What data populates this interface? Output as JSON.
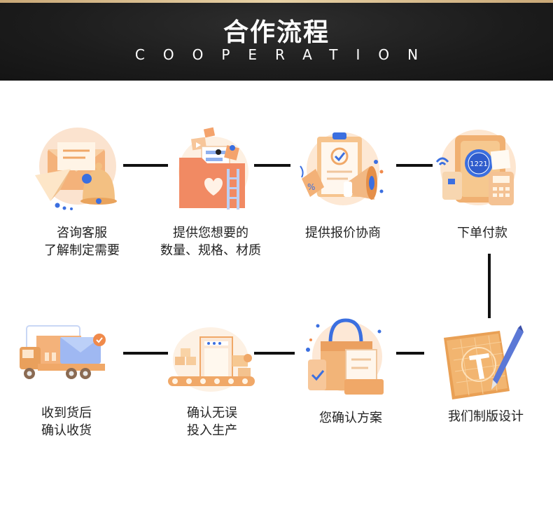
{
  "header": {
    "title": "合作流程",
    "subtitle": "COOPERATION"
  },
  "steps": [
    {
      "id": "consult",
      "lines": [
        "咨询客服",
        "了解制定需要"
      ],
      "icon": "envelope-bell-icon"
    },
    {
      "id": "provide",
      "lines": [
        "提供您想要的",
        "数量、规格、材质"
      ],
      "icon": "folder-files-icon"
    },
    {
      "id": "quote",
      "lines": [
        "提供报价协商"
      ],
      "icon": "clipboard-megaphone-icon"
    },
    {
      "id": "pay",
      "lines": [
        "下单付款"
      ],
      "icon": "safe-payment-icon",
      "safe_code": "1221"
    },
    {
      "id": "design",
      "lines": [
        "我们制版设计"
      ],
      "icon": "blueprint-pen-icon"
    },
    {
      "id": "confirm",
      "lines": [
        "您确认方案"
      ],
      "icon": "shopping-bag-icon"
    },
    {
      "id": "produce",
      "lines": [
        "确认无误",
        "投入生产"
      ],
      "icon": "factory-conveyor-icon"
    },
    {
      "id": "receive",
      "lines": [
        "收到货后",
        "确认收货"
      ],
      "icon": "delivery-truck-icon"
    }
  ],
  "colors": {
    "header_bg": "#1c1c1c",
    "header_text": "#ffffff",
    "accent_orange": "#f0a868",
    "accent_peach": "#fbe3cf",
    "accent_blue": "#3b6fe0",
    "connector": "#111111"
  }
}
